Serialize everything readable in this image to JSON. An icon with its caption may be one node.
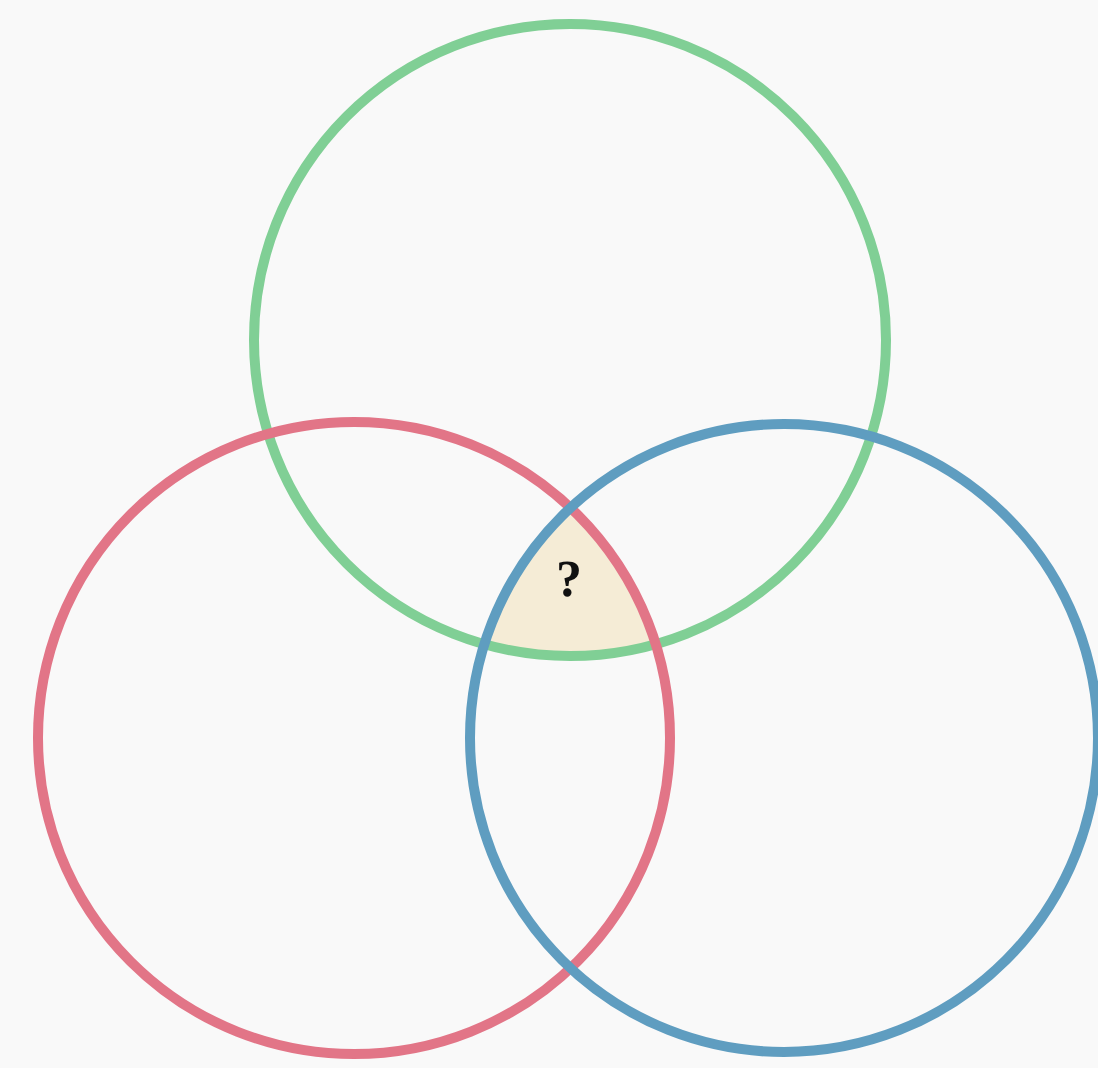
{
  "diagram": {
    "nodes": [
      {
        "text": [],
        "shape": "circle"
      },
      {
        "text": [],
        "shape": "circle"
      },
      {
        "text": [],
        "shape": "circle"
      },
      {
        "text": [
          "?"
        ]
      }
    ]
  }
}
